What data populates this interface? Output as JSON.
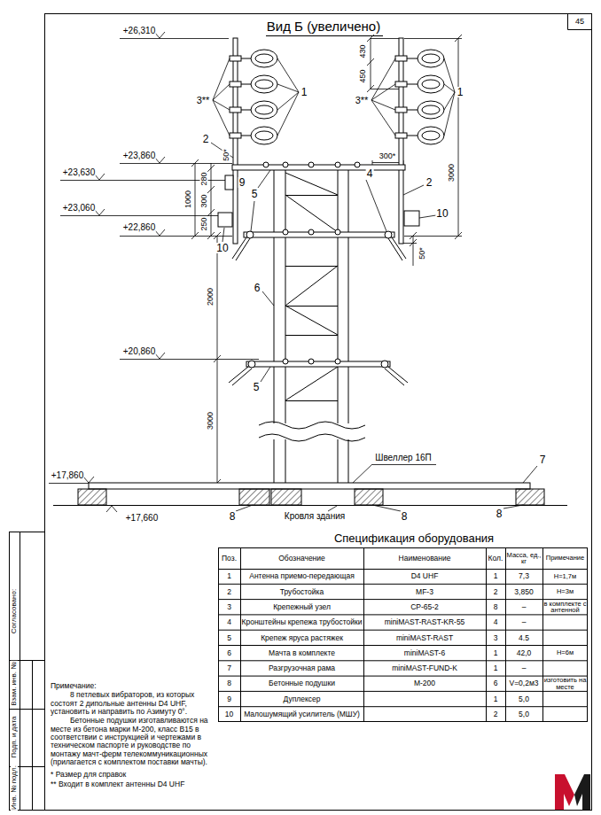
{
  "diagram": {
    "title": "Вид Б (увеличено)",
    "labels": [
      "45",
      "+26,310",
      "+23,860",
      "+23,630",
      "+23,060",
      "+22,860",
      "+20,860",
      "+17,860",
      "+17,660",
      "430",
      "450",
      "3000",
      "300*",
      "50*",
      "280",
      "300",
      "250",
      "1000",
      "50*",
      "2000",
      "3000",
      "1",
      "3**",
      "2",
      "1",
      "3**",
      "4",
      "2",
      "5",
      "9",
      "10",
      "10",
      "6",
      "5",
      "Швеллер 16П",
      "7",
      "8",
      "8",
      "8",
      "Кровля здания",
      "Спецификация оборудования",
      "Поз.",
      "Обозначение",
      "Наименование",
      "Кол.",
      "Масса, ед., кг",
      "Примечание",
      "1",
      "Антенна приемо-передающая",
      "D4 UHF",
      "1",
      "7,3",
      "Н=1,7м",
      "2",
      "Трубостойка",
      "MF-3",
      "2",
      "3,850",
      "Н=3м",
      "3",
      "Крепежный узел",
      "СР-65-2",
      "8",
      "–",
      "в комплекте с антенной",
      "4",
      "Кронштейны крепежа трубостойки",
      "miniMAST-RAST-KR-55",
      "4",
      "–",
      "5",
      "Крепеж яруса растяжек",
      "miniMAST-RAST",
      "3",
      "4.5",
      "6",
      "Мачта в комплекте",
      "miniMAST-6",
      "1",
      "42,0",
      "Н=6м",
      "7",
      "Разгрузочная рама",
      "miniMAST-FUND-K",
      "1",
      "–",
      "8",
      "Бетонные подушки",
      "М-200",
      "6",
      "V=0,2м3",
      "изготовить на месте",
      "9",
      "Дуплексер",
      "1",
      "5,0",
      "10",
      "Малошумящий усилитель (МШУ)",
      "2",
      "5,0",
      "Примечание:",
      "8 петлевых вибраторов, из которых состоят 2 дипольные антенны D4 UHF, установить и направить по Азимуту 0°.",
      "Бетонные подушки изготавливаются на месте из бетона марки М-200, класс В15 в соответствии с инструкцией и чертежами в техническом паспорте и руководстве по монтажу мачт-ферм телекоммуникационных (прилагается с комплектом поставки мачты).",
      "* Размер для справок",
      "** Входит в комплект антенны D4 UHF",
      "Согласовано:",
      "Взам. инв. №",
      "Подп. и дата",
      "Инв. № подл."
    ]
  }
}
